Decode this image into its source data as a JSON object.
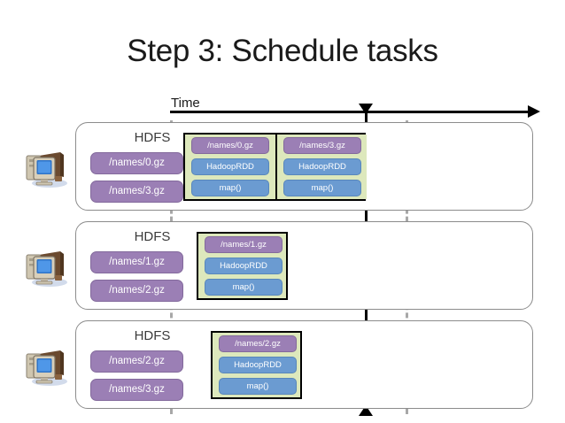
{
  "slide": {
    "title": "Step 3: Schedule tasks",
    "timeline": {
      "label": "Time",
      "axis_direction": "left-to-right",
      "marker_icon": "down-triangle-marker"
    },
    "colors": {
      "task_background": "#dde8bc",
      "file_chip": "#9b7fb5",
      "stage_chip": "#6b9bd1",
      "row_border": "#8c8c8c",
      "guide_line": "#a8a8a8",
      "axis": "#000000"
    }
  },
  "rows": [
    {
      "node_icon": "computer-icon",
      "hdfs_label": "HDFS",
      "files": [
        "/names/0.gz",
        "/names/3.gz"
      ],
      "tasks": [
        {
          "file": "/names/0.gz",
          "stages": [
            "HadoopRDD",
            "map()"
          ]
        },
        {
          "file": "/names/3.gz",
          "stages": [
            "HadoopRDD",
            "map()"
          ]
        }
      ]
    },
    {
      "node_icon": "computer-icon",
      "hdfs_label": "HDFS",
      "files": [
        "/names/1.gz",
        "/names/2.gz"
      ],
      "tasks": [
        {
          "file": "/names/1.gz",
          "stages": [
            "HadoopRDD",
            "map()"
          ]
        }
      ]
    },
    {
      "node_icon": "computer-icon",
      "hdfs_label": "HDFS",
      "files": [
        "/names/2.gz",
        "/names/3.gz"
      ],
      "tasks": [
        {
          "file": "/names/2.gz",
          "stages": [
            "HadoopRDD",
            "map()"
          ]
        }
      ]
    }
  ]
}
